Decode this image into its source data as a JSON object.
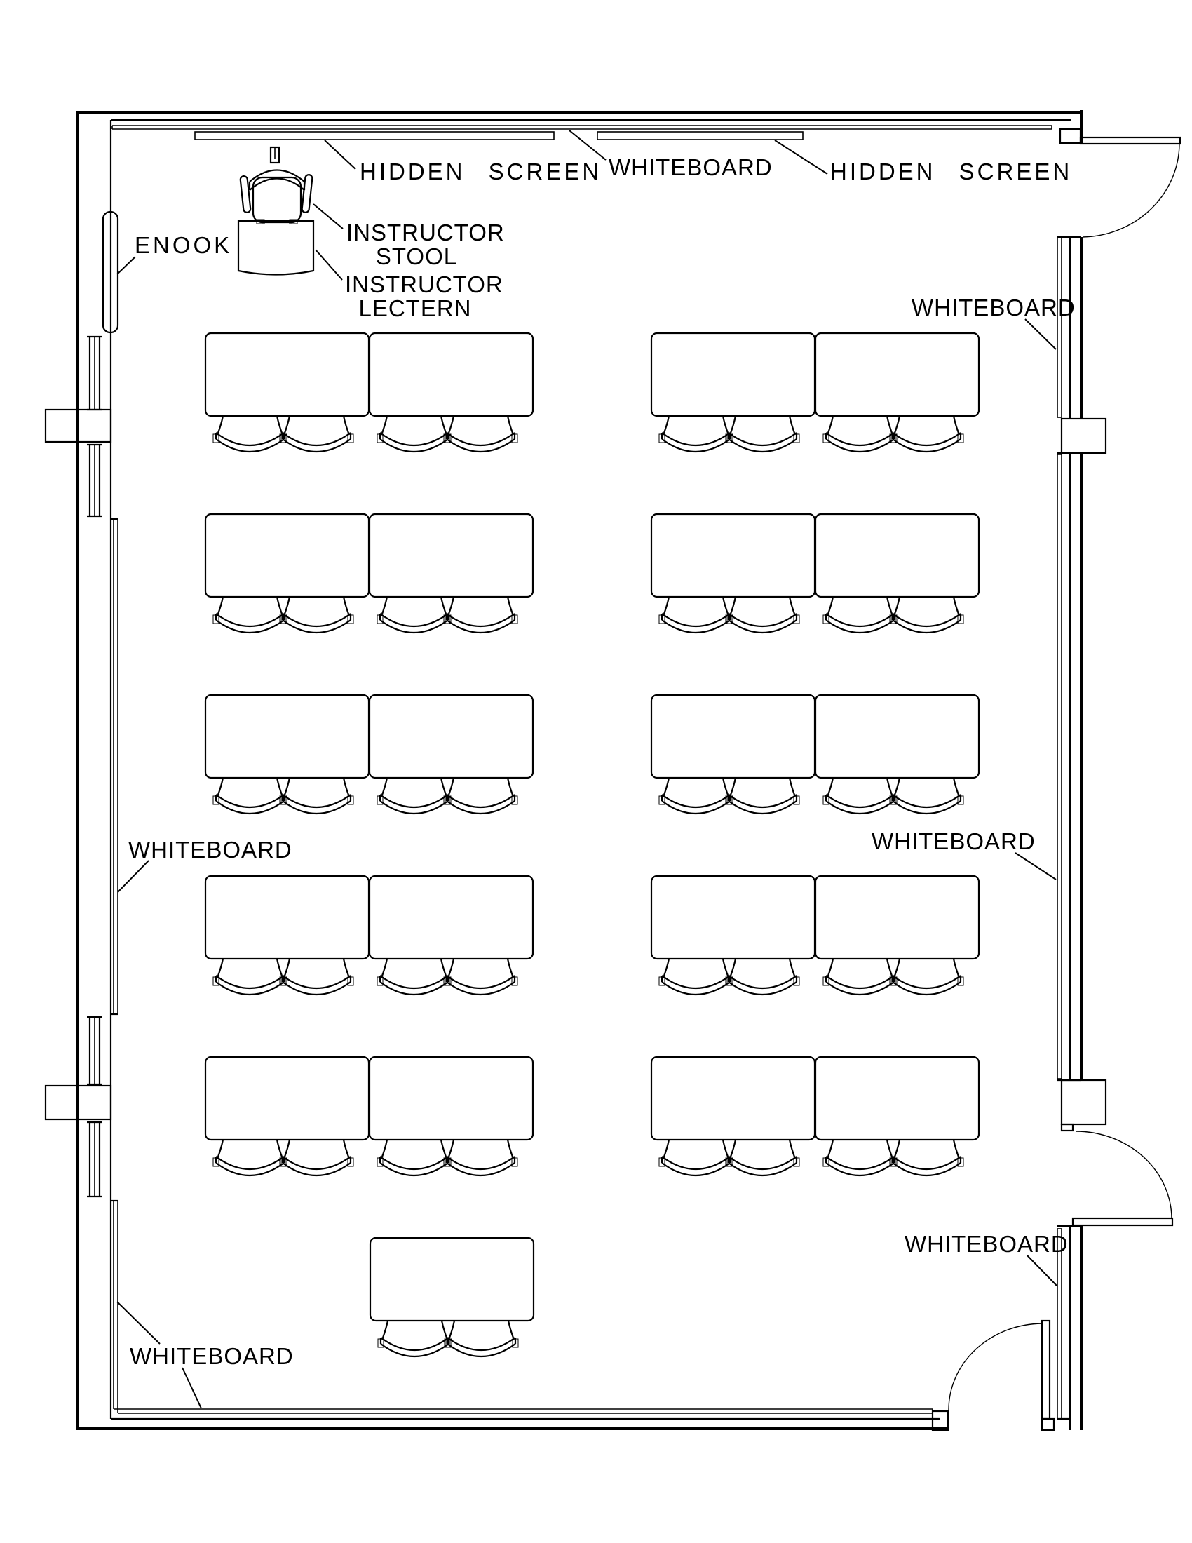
{
  "colors": {
    "ink": "#000000",
    "paper": "#ffffff"
  },
  "labels": {
    "hidden_screen_left": "HIDDEN SCREEN",
    "whiteboard_top": "WHITEBOARD",
    "hidden_screen_right": "HIDDEN SCREEN",
    "whiteboard_right_top": "WHITEBOARD",
    "enook": "ENOOK",
    "instructor_stool_line1": "INSTRUCTOR",
    "instructor_stool_line2": "STOOL",
    "instructor_lectern_line1": "INSTRUCTOR",
    "instructor_lectern_line2": "LECTERN",
    "whiteboard_left": "WHITEBOARD",
    "whiteboard_right_mid": "WHITEBOARD",
    "whiteboard_right_bottom": "WHITEBOARD",
    "whiteboard_bottom_left": "WHITEBOARD"
  }
}
